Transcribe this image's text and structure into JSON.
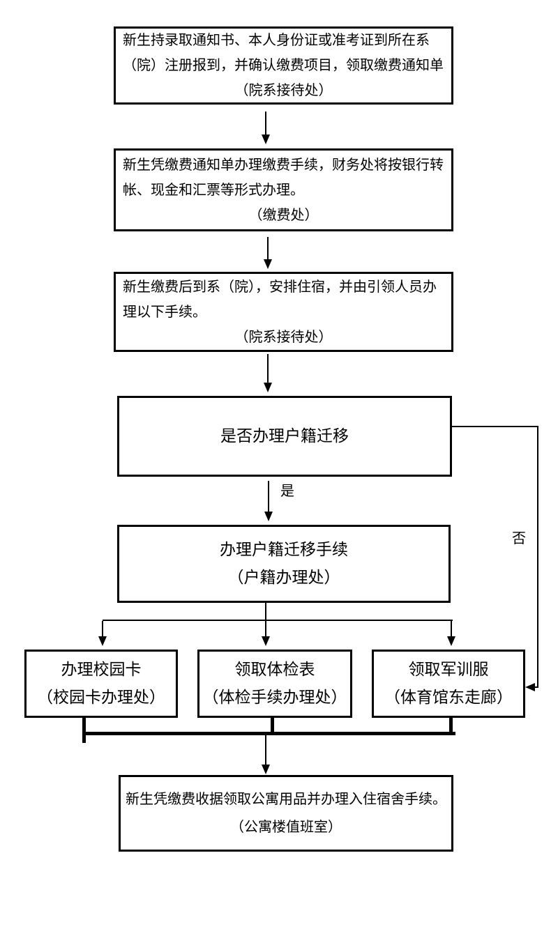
{
  "colors": {
    "line": "#000000",
    "background": "#ffffff",
    "box_fill": "#ffffff"
  },
  "labels": {
    "yes": "是",
    "no": "否"
  },
  "boxes": {
    "register": {
      "lines": [
        "新生持录取通知书、本人身份证或准考证到所在系",
        "（院）注册报到，并确认缴费项目，领取缴费通知单",
        "（院系接待处）"
      ]
    },
    "payment": {
      "lines": [
        "新生凭缴费通知单办理缴费手续，财务处将按银行转",
        "帐、现金和汇票等形式办理。",
        "（缴费处）"
      ]
    },
    "dorm": {
      "lines": [
        "新生缴费后到系（院），安排住宿，并由引领人员办",
        "理以下手续。",
        "（院系接待处）"
      ]
    },
    "decision": {
      "lines": [
        "是否办理户籍迁移"
      ]
    },
    "hukou": {
      "lines": [
        "办理户籍迁移手续",
        "（户籍办理处）"
      ]
    },
    "campus_card": {
      "lines": [
        "办理校园卡",
        "（校园卡办理处）"
      ]
    },
    "physical_exam": {
      "lines": [
        "领取体检表",
        "（体检手续办理处）"
      ]
    },
    "military_uniform": {
      "lines": [
        "领取军训服",
        "（体育馆东走廊）"
      ]
    },
    "apartment": {
      "lines": [
        "新生凭缴费收据领取公寓用品并办理入住宿舍手续。",
        "（公寓楼值班室）"
      ]
    }
  }
}
